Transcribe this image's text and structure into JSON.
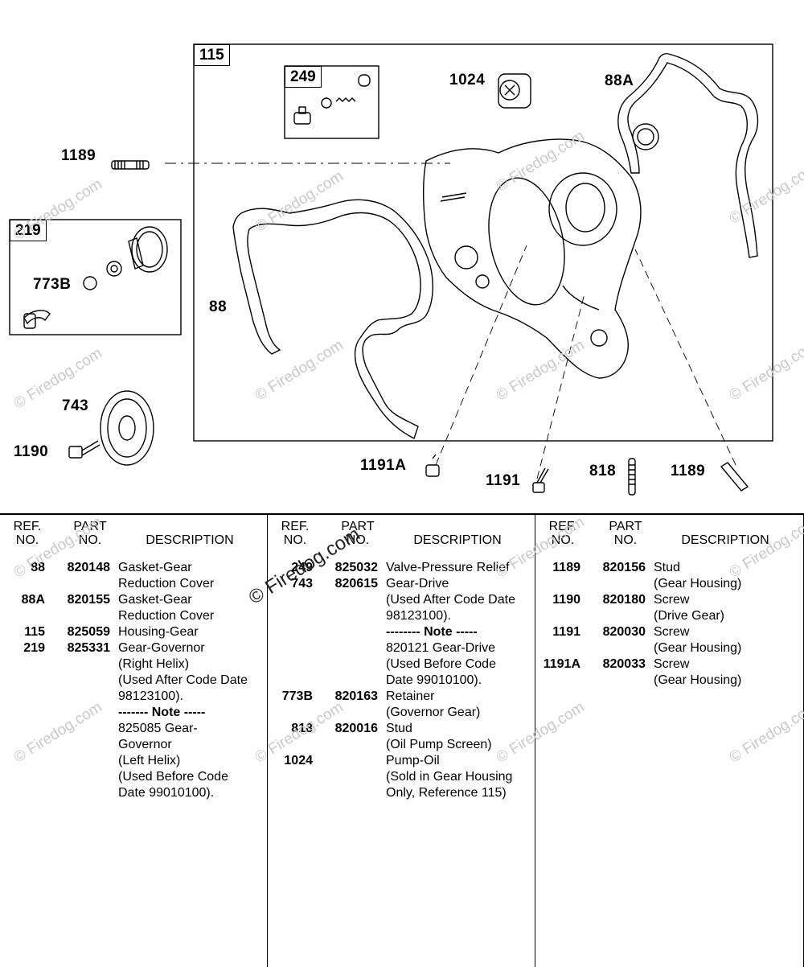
{
  "watermark": "© Firedog.com",
  "diagram": {
    "callouts": {
      "c115": "115",
      "c249": "249",
      "c1024": "1024",
      "c88A": "88A",
      "c1189a": "1189",
      "c219": "219",
      "c773B": "773B",
      "c88": "88",
      "c743": "743",
      "c1190": "1190",
      "c1191A": "1191A",
      "c1191": "1191",
      "c818": "818",
      "c1189b": "1189"
    }
  },
  "table": {
    "headers": {
      "ref": "REF.\nNO.",
      "part": "PART\nNO.",
      "desc": "DESCRIPTION"
    },
    "columns": [
      [
        {
          "ref": "88",
          "part": "820148",
          "desc": [
            "Gasket-Gear",
            "Reduction Cover"
          ]
        },
        {
          "ref": "88A",
          "part": "820155",
          "desc": [
            "Gasket-Gear",
            "Reduction Cover"
          ]
        },
        {
          "ref": "115",
          "part": "825059",
          "desc": [
            "Housing-Gear"
          ]
        },
        {
          "ref": "219",
          "part": "825331",
          "desc": [
            "Gear-Governor",
            "(Right Helix)",
            "(Used After Code Date",
            "98123100).",
            "------- Note -----",
            "825085 Gear-",
            "Governor",
            "(Left Helix)",
            "(Used Before Code",
            "Date 99010100)."
          ]
        }
      ],
      [
        {
          "ref": "249",
          "part": "825032",
          "desc": [
            "Valve-Pressure Relief"
          ]
        },
        {
          "ref": "743",
          "part": "820615",
          "desc": [
            "Gear-Drive",
            "(Used After Code Date",
            "98123100).",
            "-------- Note -----",
            "820121 Gear-Drive",
            "(Used Before Code",
            "Date 99010100)."
          ]
        },
        {
          "ref": "773B",
          "part": "820163",
          "desc": [
            "Retainer",
            "(Governor Gear)"
          ]
        },
        {
          "ref": "818",
          "part": "820016",
          "desc": [
            "Stud",
            "(Oil Pump Screen)"
          ]
        },
        {
          "ref": "1024",
          "part": "",
          "desc": [
            "Pump-Oil",
            "(Sold in Gear Housing",
            "Only, Reference 115)"
          ]
        }
      ],
      [
        {
          "ref": "1189",
          "part": "820156",
          "desc": [
            "Stud",
            "(Gear Housing)"
          ]
        },
        {
          "ref": "1190",
          "part": "820180",
          "desc": [
            "Screw",
            "(Drive Gear)"
          ]
        },
        {
          "ref": "1191",
          "part": "820030",
          "desc": [
            "Screw",
            "(Gear Housing)"
          ]
        },
        {
          "ref": "1191A",
          "part": "820033",
          "desc": [
            "Screw",
            "(Gear Housing)"
          ]
        }
      ]
    ]
  }
}
